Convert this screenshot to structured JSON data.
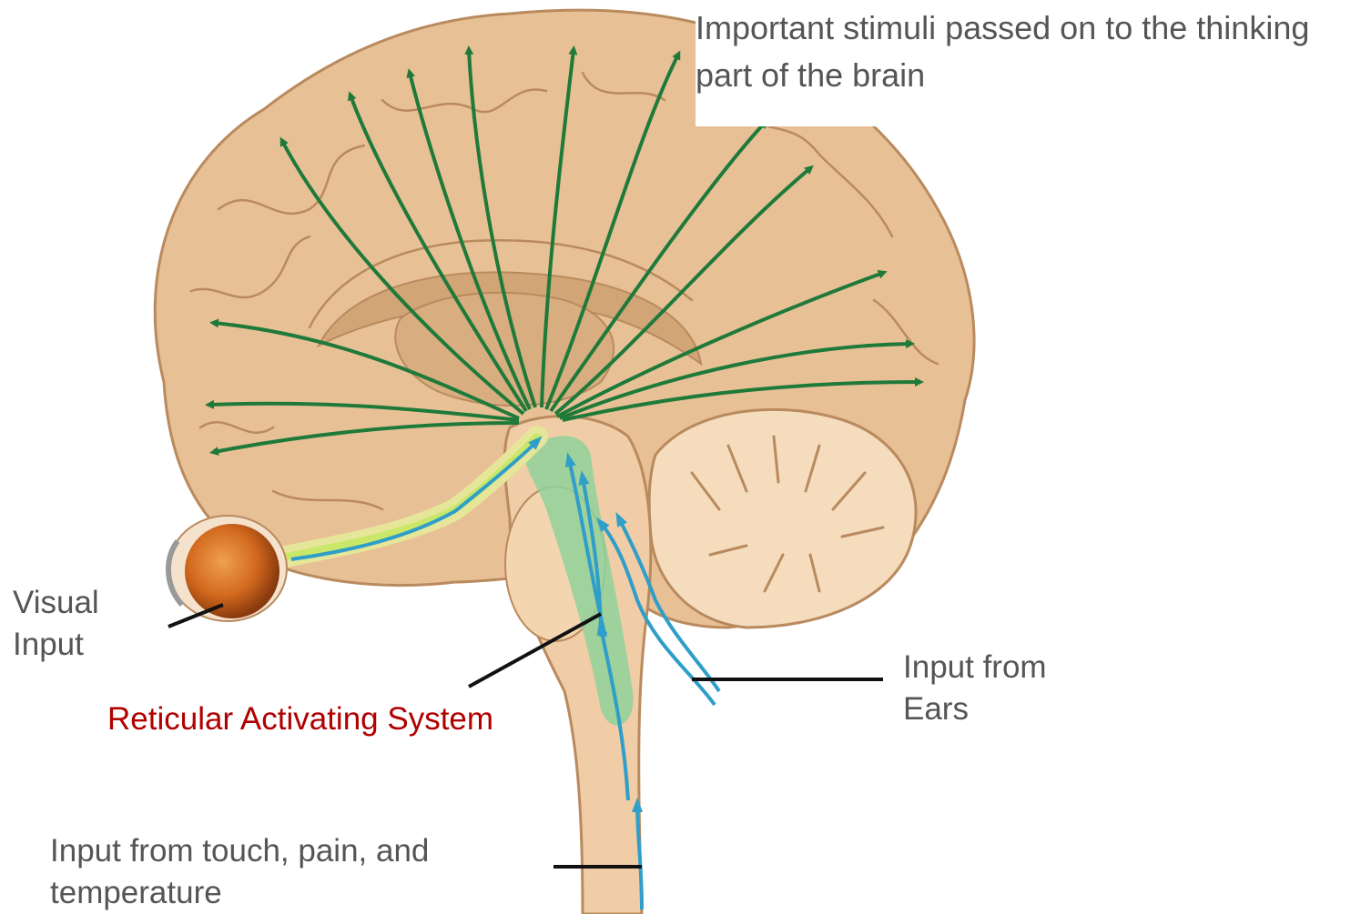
{
  "labels": {
    "top": [
      "Important stimuli passed on to the thinking",
      "part of the brain"
    ],
    "visual": [
      "Visual",
      "Input"
    ],
    "ears": [
      "Input from",
      "Ears"
    ],
    "ras": "Reticular Activating System",
    "touch": [
      "Input from touch, pain, and",
      "temperature"
    ]
  },
  "colors": {
    "cortex": "#e8c096",
    "cortex_outline": "#b98a5e",
    "inner": "#dcb387",
    "cerebellum": "#f5dcbc",
    "ras": "#8fd19a",
    "green_arrows": "#1f7a3a",
    "blue_arrows": "#2f9ec9",
    "eye_iris": "#d2691e",
    "label_text": "#555555",
    "ras_label": "#b00000"
  }
}
